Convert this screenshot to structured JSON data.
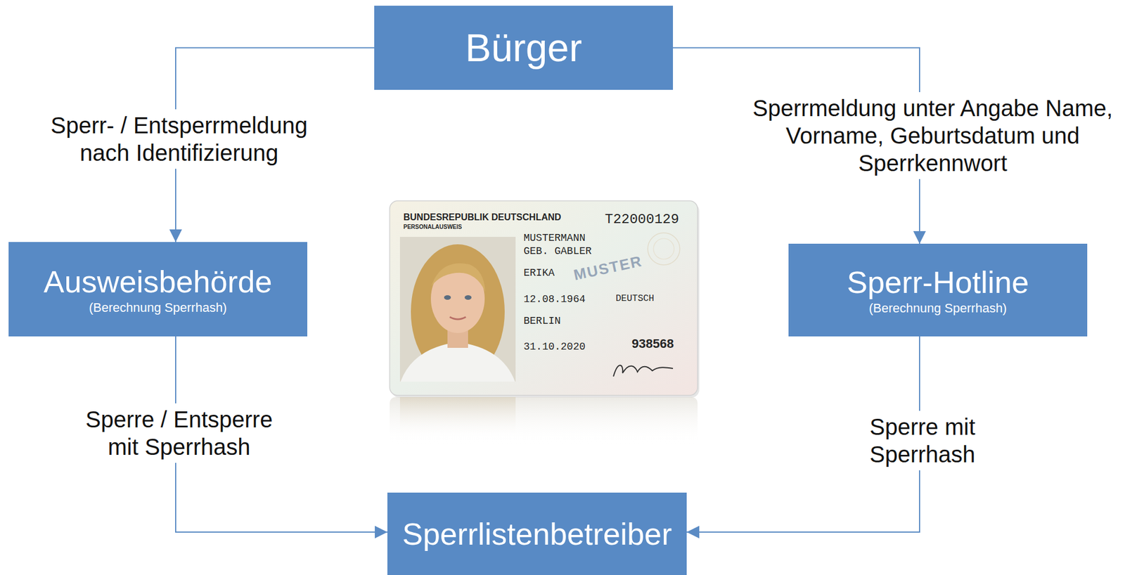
{
  "diagram": {
    "nodes": [
      {
        "text": [
          "Bürger"
        ]
      },
      {
        "text": [
          "Ausweisbehörde",
          "(Berechnung Sperrhash)"
        ]
      },
      {
        "text": [
          "Sperr-Hotline",
          "(Berechnung Sperrhash)"
        ]
      },
      {
        "text": [
          "Sperrlistenbetreiber"
        ]
      }
    ],
    "edges": [
      {
        "from": 0,
        "to": 1,
        "label": "Sperr- / Entsperrmeldung nach Identifizierung",
        "arrow": "to"
      },
      {
        "from": 0,
        "to": 2,
        "label": "Sperrmeldung unter Angabe Name, Vorname, Geburtsdatum und Sperrkennwort",
        "arrow": "to"
      },
      {
        "from": 1,
        "to": 3,
        "label": "Sperre / Entsperre mit Sperrhash",
        "arrow": "to"
      },
      {
        "from": 2,
        "to": 3,
        "label": "Sperre mit Sperrhash",
        "arrow": "to"
      }
    ],
    "labels": [
      "BUNDESREPUBLIK DEUTSCHLAND",
      "PERSONALAUSWEIS",
      "T22000129",
      "MUSTERMANN",
      "GEB. GABLER",
      "ERIKA",
      "12.08.1964",
      "DEUTSCH",
      "MUSTER",
      "BERLIN",
      "31.10.2020",
      "938568"
    ]
  }
}
